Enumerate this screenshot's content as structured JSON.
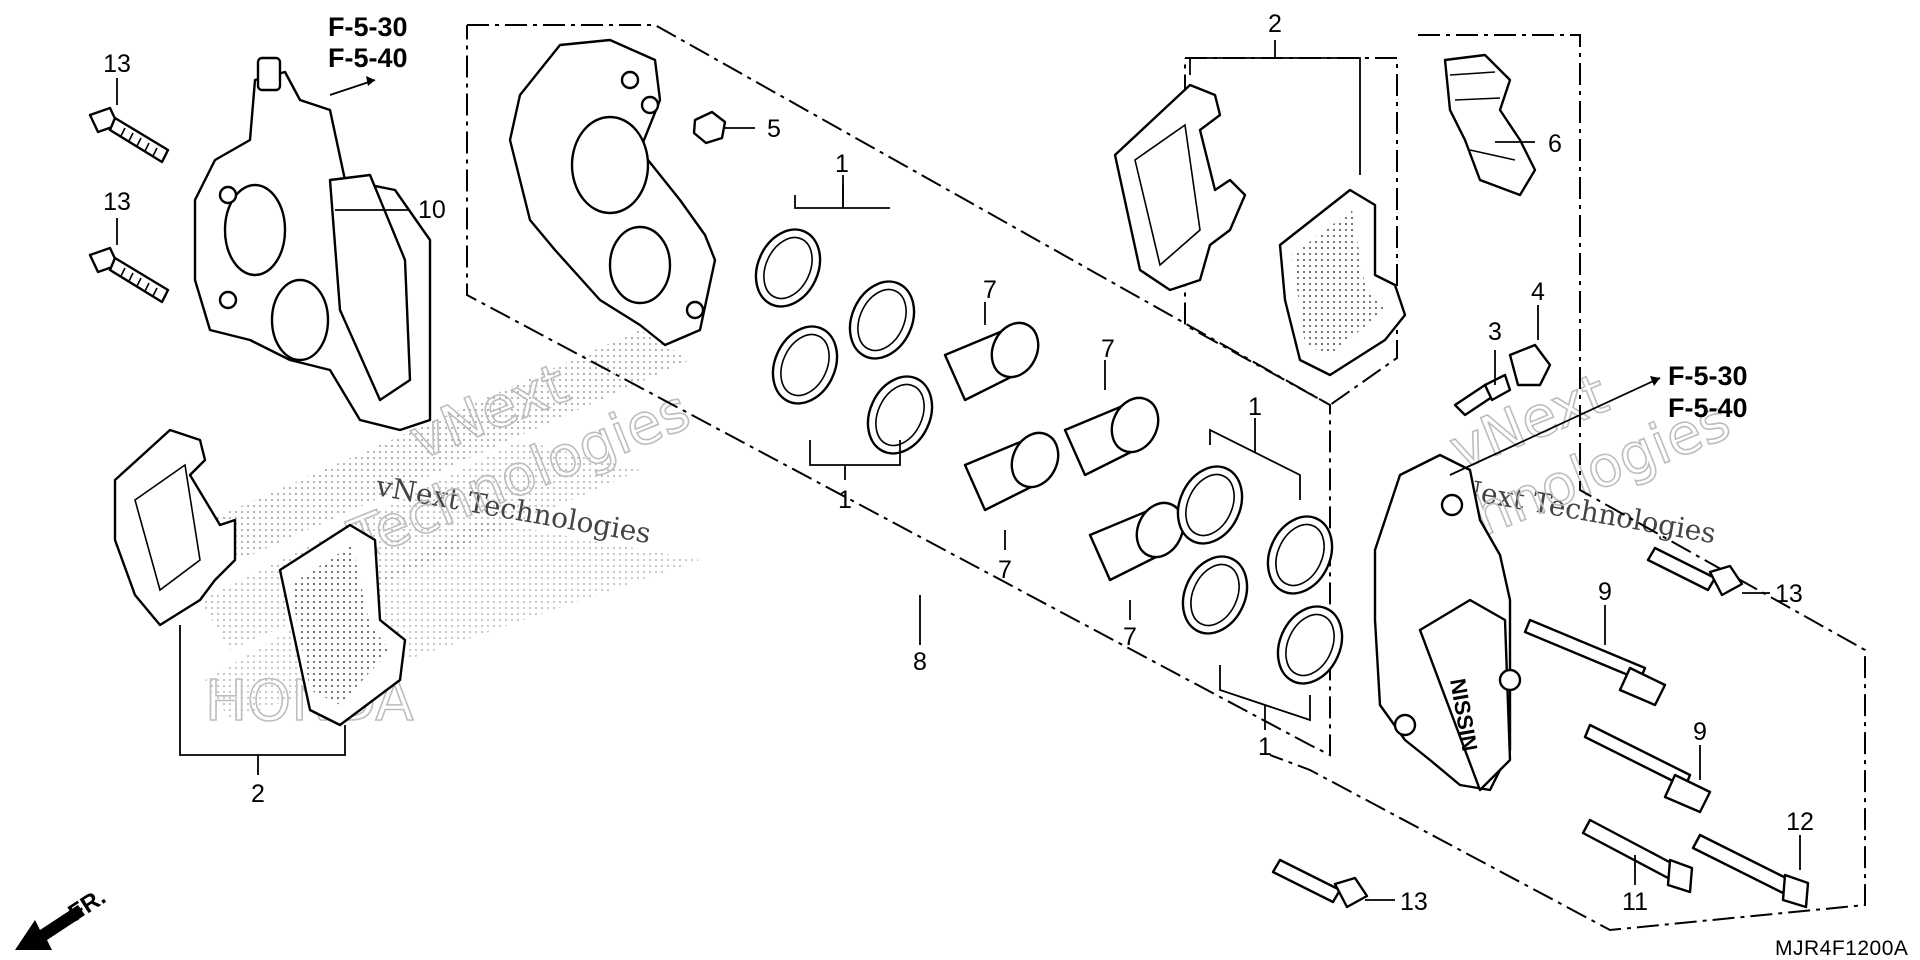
{
  "diagram": {
    "references": [
      {
        "id": "ref-top-left-1",
        "label": "F-5-30"
      },
      {
        "id": "ref-top-left-2",
        "label": "F-5-40"
      },
      {
        "id": "ref-right-1",
        "label": "F-5-30"
      },
      {
        "id": "ref-right-2",
        "label": "F-5-40"
      }
    ],
    "callouts": [
      "1",
      "1",
      "1",
      "1",
      "2",
      "2",
      "3",
      "4",
      "5",
      "6",
      "7",
      "7",
      "7",
      "7",
      "8",
      "9",
      "9",
      "10",
      "11",
      "12",
      "13",
      "13",
      "13",
      "13"
    ],
    "watermark": {
      "line1": "vNext Technologies",
      "line2": "vNext Technologies",
      "big1": "vNext",
      "big2": "Technologies",
      "brand": "HONDA"
    },
    "direction_label": "FR.",
    "diagram_code": "MJR4F1200A"
  }
}
